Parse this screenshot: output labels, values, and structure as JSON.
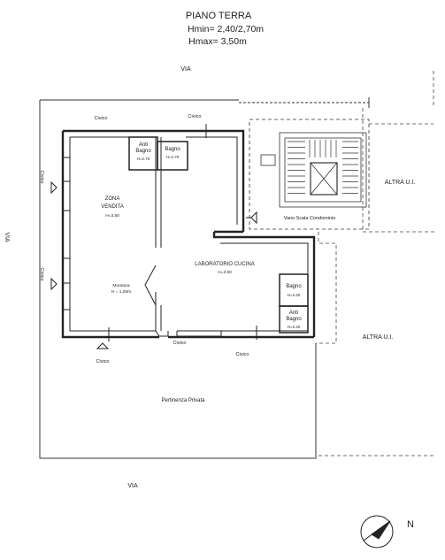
{
  "header": {
    "title": "PIANO TERRA",
    "hmin": "Hmin= 2,40/2,70m",
    "hmax": "Hmax= 3,50m"
  },
  "streets": {
    "top": "VIA",
    "left": "VIA",
    "bottom": "VIA"
  },
  "rooms": {
    "zona_vendita_1": "ZONA",
    "zona_vendita_2": "VENDITA",
    "zona_vendita_h": "H=3.50",
    "antibagno1_1": "Anti",
    "antibagno1_2": "Bagno",
    "antibagno1_h": "H=2.70",
    "bagno1": "Bagno",
    "bagno1_h": "H=2.70",
    "lab": "LABORATORIO CUCINA",
    "lab_h": "H=3.60",
    "bagno2": "Bagno",
    "bagno2_h": "H=2.40",
    "antibagno2_1": "Anti",
    "antibagno2_2": "Bagno",
    "antibagno2_h": "H=2.40",
    "muratura_1": "Muratura",
    "muratura_2": "H = 1,00m",
    "vano_scala": "Vano Scala Condominio",
    "altra_ui_1": "ALTRA U.I.",
    "altra_ui_2": "ALTRA U.I.",
    "pertinenza": "Pertinenza Privata"
  },
  "civico_labels": {
    "top_left": "Civico",
    "top_right": "Civico",
    "left_upper": "Civico",
    "left_lower": "Civico",
    "bottom_1": "Civico",
    "bottom_2": "Civico",
    "bottom_3": "Civico"
  },
  "compass": {
    "label": "N"
  }
}
